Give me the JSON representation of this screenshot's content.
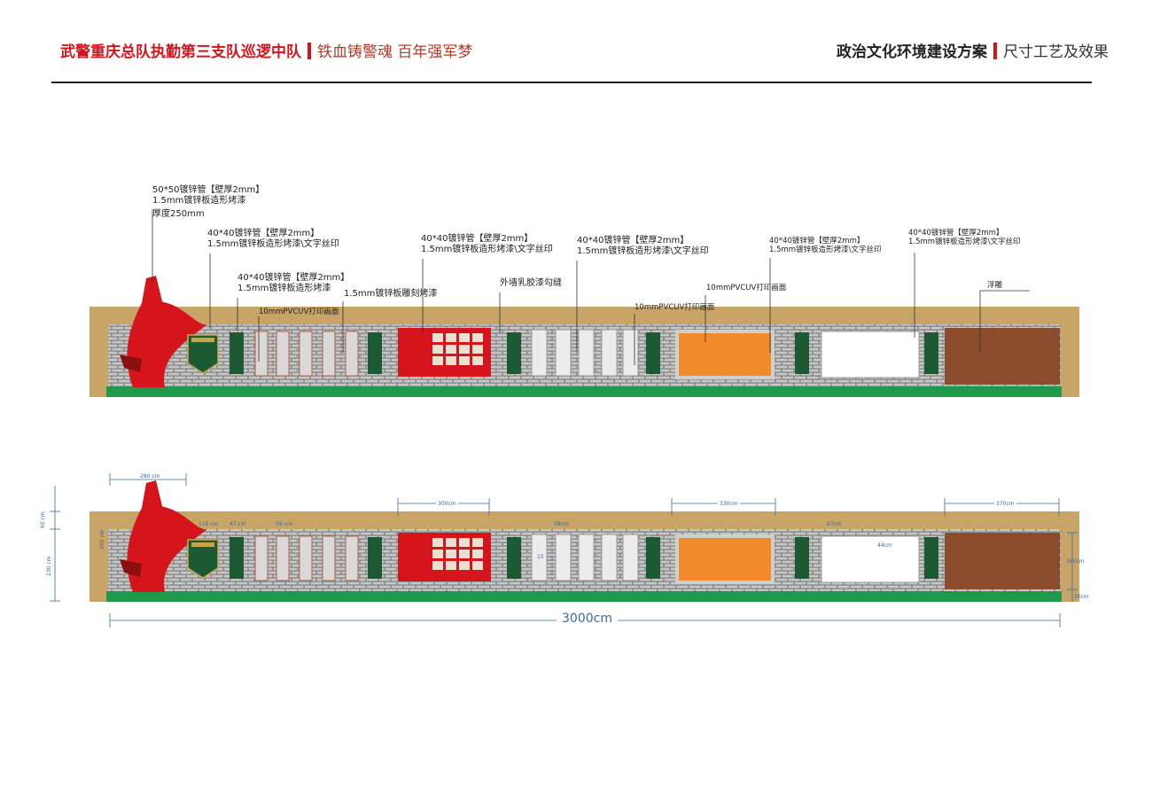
{
  "header": {
    "org": "武警重庆总队执勤第三支队巡逻中队",
    "slogan": "铁血铸警魂  百年强军梦",
    "title": "政治文化环境建设方案",
    "subtitle": "尺寸工艺及效果"
  },
  "annotations": {
    "a1_line1": "50*50镀锌管【壁厚2mm】",
    "a1_line2": "1.5mm镀锌板造形烤漆",
    "a1_line3": "厚度250mm",
    "a2_line1": "40*40镀锌管【壁厚2mm】",
    "a2_line2": "1.5mm镀锌板造形烤漆\\文字丝印",
    "a3_line1": "40*40镀锌管【壁厚2mm】",
    "a3_line2": "1.5mm镀锌板造形烤漆",
    "a4": "10mmPVCUV打印画面",
    "a5": "1.5mm镀锌板雕刻烤漆",
    "a6_line1": "40*40镀锌管【壁厚2mm】",
    "a6_line2": "1.5mm镀锌板造形烤漆\\文字丝印",
    "a7": "外墙乳胶漆勾缝",
    "a8_line1": "40*40镀锌管【壁厚2mm】",
    "a8_line2": "1.5mm镀锌板造形烤漆\\文字丝印",
    "a9": "10mmPVCUV打印画面",
    "a10": "10mmPVCUV打印画面",
    "a11_line1": "40*40镀锌管【壁厚2mm】",
    "a11_line2": "1.5mm镀锌板造形烤漆\\文字丝印",
    "a12_line1": "40*40镀锌管【壁厚2mm】",
    "a12_line2": "1.5mm镀锌板造形烤漆\\文字丝印",
    "a13": "浮雕"
  },
  "dimensions": {
    "d_280": "280 cm",
    "d_60": "60 cm",
    "d_230": "230 cm",
    "d_200": "200 cm",
    "d_116": "116 cm",
    "d_47": "47 cm",
    "d_56": "56 cm",
    "d_300": "300cm",
    "d_58": "58cm",
    "d_15": "15",
    "d_330": "330cm",
    "d_67": "67cm",
    "d_44": "44cm",
    "d_370": "370cm",
    "d_180": "180cm",
    "d_30": "30cm",
    "total": "3000cm"
  },
  "colors": {
    "accent_red": "#d6141b",
    "wall_tan": "#c8a466",
    "brick_grey": "#8a8a8a",
    "lawn_green": "#1e9a4a",
    "banner_green": "#1b5a32",
    "orange_panel": "#f08a2a",
    "relief_brown": "#8b4d2e",
    "dimension_blue": "#3a6c9c"
  },
  "icons": [
    "flag-sculpture-icon",
    "shield-badge-icon"
  ]
}
